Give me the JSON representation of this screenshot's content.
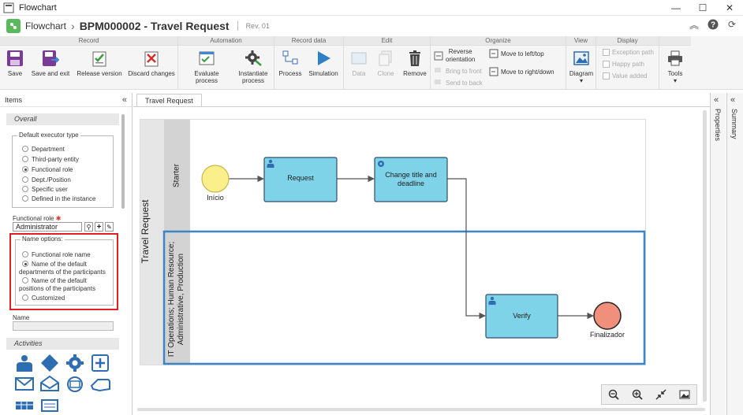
{
  "window": {
    "title": "Flowchart"
  },
  "header": {
    "crumb": "Flowchart",
    "doc_title": "BPM000002 - Travel Request",
    "rev": "Rev. 01"
  },
  "ribbon": {
    "groups": {
      "record": "Record",
      "automation": "Automation",
      "record_data": "Record data",
      "edit": "Edit",
      "organize": "Organize",
      "view": "View",
      "display": "Display"
    },
    "buttons": {
      "save": "Save",
      "save_exit": "Save and exit",
      "release": "Release version",
      "discard": "Discard changes",
      "evaluate": "Evaluate process",
      "instantiate_1": "Instantiate",
      "instantiate_2": "process",
      "process": "Process",
      "simulation": "Simulation",
      "data": "Data",
      "clone": "Clone",
      "remove": "Remove",
      "reverse_1": "Reverse",
      "reverse_2": "orientation",
      "bring_front": "Bring to front",
      "send_back": "Send to back",
      "move_left": "Move to left/top",
      "move_right": "Move to right/down",
      "diagram": "Diagram",
      "exception": "Exception path",
      "happy": "Happy path",
      "value_added": "Value added",
      "tools": "Tools"
    }
  },
  "left": {
    "title": "Items",
    "overall": "Overall",
    "executor_legend": "Default executor type",
    "executor_options": [
      "Department",
      "Third-party entity",
      "Functional role",
      "Dept./Position",
      "Specific user",
      "Defined in the instance"
    ],
    "functional_role_label": "Functional role",
    "functional_role_value": "Administrator",
    "name_options_legend": "Name options:",
    "name_opt_1": "Functional role name",
    "name_opt_2a": "Name of the default",
    "name_opt_2b": "departments of the participants",
    "name_opt_3a": "Name of the default",
    "name_opt_3b": "positions of the participants",
    "name_opt_4": "Customized",
    "name_label": "Name",
    "activities": "Activities"
  },
  "canvas": {
    "tab": "Travel Request",
    "pool": "Travel Request",
    "lane1": "Starter",
    "lane2a": "IT Operations; Human Resource;",
    "lane2b": "Administrative, Production",
    "start": "Início",
    "request": "Request",
    "change_1": "Change title and",
    "change_2": "deadline",
    "verify": "Verify",
    "end": "Finalizador"
  },
  "side": {
    "properties": "Properties",
    "summary": "Summary"
  },
  "colors": {
    "task_fill": "#7fd3e8",
    "start_fill": "#fbef8c",
    "end_fill": "#f08f7c",
    "selection": "#3d85c6",
    "highlight": "#e02020"
  }
}
